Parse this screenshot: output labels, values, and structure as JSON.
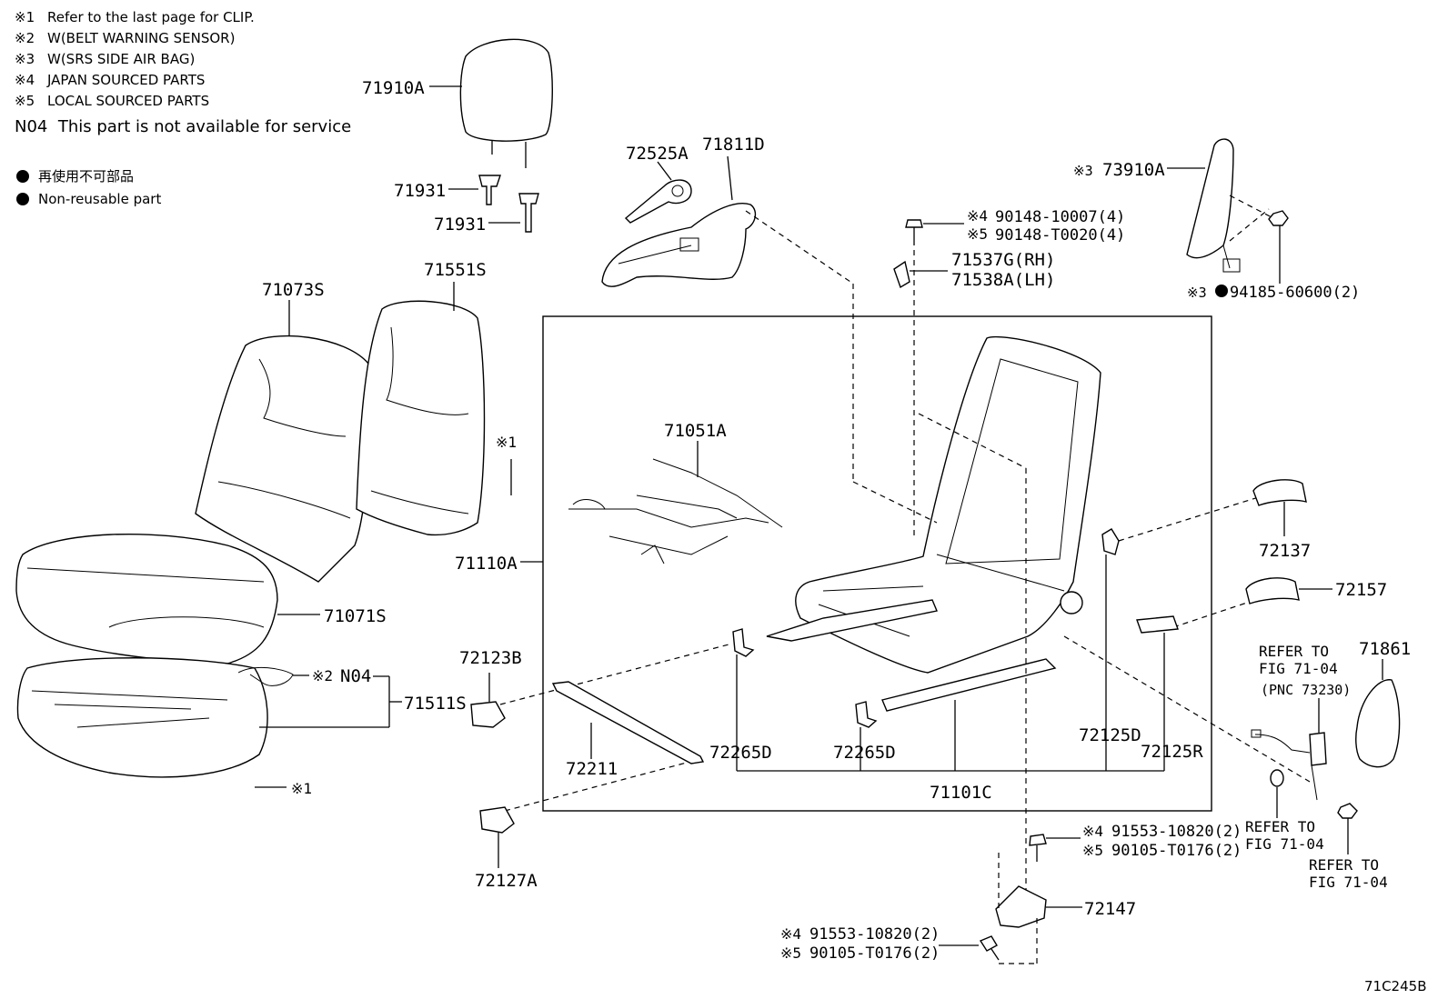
{
  "legend": {
    "notes": [
      {
        "mark": "※1",
        "text": "Refer to the last page for CLIP."
      },
      {
        "mark": "※2",
        "text": "W(BELT WARNING SENSOR)"
      },
      {
        "mark": "※3",
        "text": "W(SRS SIDE AIR BAG)"
      },
      {
        "mark": "※4",
        "text": "JAPAN SOURCED PARTS"
      },
      {
        "mark": "※5",
        "text": "LOCAL SOURCED PARTS"
      }
    ],
    "n04_code": "N04",
    "n04_text": "This part is not available for service",
    "nonreusable_jp": "再使用不可部品",
    "nonreusable_en": "Non-reusable part"
  },
  "parts": {
    "p71910A": "71910A",
    "p71931a": "71931",
    "p71931b": "71931",
    "p72525A": "72525A",
    "p71811D": "71811D",
    "p73910A": "73910A",
    "m73910A": "※3",
    "m90148a": "※4",
    "p90148a": "90148-10007(4)",
    "m90148b": "※5",
    "p90148b": "90148-T0020(4)",
    "p71537G": "71537G(RH)",
    "p71538A": "71538A(LH)",
    "m94185": "※3",
    "p94185": "94185-60600(2)",
    "p71073S": "71073S",
    "p71551S": "71551S",
    "n71551S": "※1",
    "p71051A": "71051A",
    "p71110A": "71110A",
    "p71071S": "71071S",
    "p72137": "72137",
    "p72157": "72157",
    "p72123B": "72123B",
    "m2": "※2",
    "pN04": "N04",
    "p71511S": "71511S",
    "n1b": "※1",
    "p72211": "72211",
    "p72265Da": "72265D",
    "p72265Db": "72265D",
    "p72125D": "72125D",
    "p72125R": "72125R",
    "p71101C": "71101C",
    "p71861": "71861",
    "p72127A": "72127A",
    "m91553a": "※4",
    "p91553a": "91553-10820(2)",
    "m90105a": "※5",
    "p90105a": "90105-T0176(2)",
    "p72147": "72147",
    "m91553b": "※4",
    "p91553b": "91553-10820(2)",
    "m90105b": "※5",
    "p90105b": "90105-T0176(2)",
    "diagram_code": "71C245B"
  },
  "refs": {
    "r1_l1": "REFER TO",
    "r1_l2": "FIG 71-04",
    "r1_l3": "(PNC 73230)",
    "r2_l1": "REFER TO",
    "r2_l2": "FIG 71-04",
    "r3_l1": "REFER TO",
    "r3_l2": "FIG 71-04"
  }
}
